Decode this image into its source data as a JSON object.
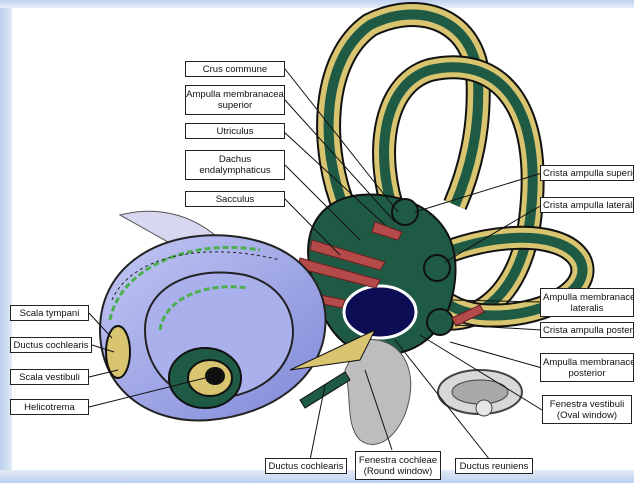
{
  "labels": {
    "crus_commune": "Crus commune",
    "ampulla_membranacea_superior": [
      "Ampulla membranacea",
      "superior"
    ],
    "utriculus": "Utriculus",
    "dachus_endalymphaticus": [
      "Dachus",
      "endalymphaticus"
    ],
    "sacculus": "Sacculus",
    "crista_ampulla_superior": "Crista ampulla superior",
    "crista_ampulla_lateralis": "Crista ampulla lateralis",
    "ampulla_membranacea_lateralis": [
      "Ampulla membranacea",
      "lateralis"
    ],
    "crista_ampulla_posterior": "Crista ampulla posterior",
    "ampulla_membranacea_posterior": [
      "Ampulla membranacea",
      "posterior"
    ],
    "fenestra_vestibuli": [
      "Fenestra vestibuli",
      "(Oval window)"
    ],
    "scala_tympani": "Scala tympani",
    "ductus_cochlearis_left": "Ductus cochlearis",
    "scala_vestibuli": "Scala vestibuli",
    "helicotrema": "Helicotrema",
    "ductus_cochlearis_bottom": "Ductus cochlearis",
    "fenestra_cochleae": [
      "Fenestra cochleae",
      "(Round window)"
    ],
    "ductus_reuniens": "Ductus reuniens"
  },
  "colors": {
    "canal_green": "#1f5a44",
    "canal_yellow": "#d9c470",
    "cochlea_blue": "#9aa4e6",
    "muscle_red": "#b44a4a",
    "window_navy": "#0d0d55",
    "bone_gray": "#bdbdbd"
  }
}
